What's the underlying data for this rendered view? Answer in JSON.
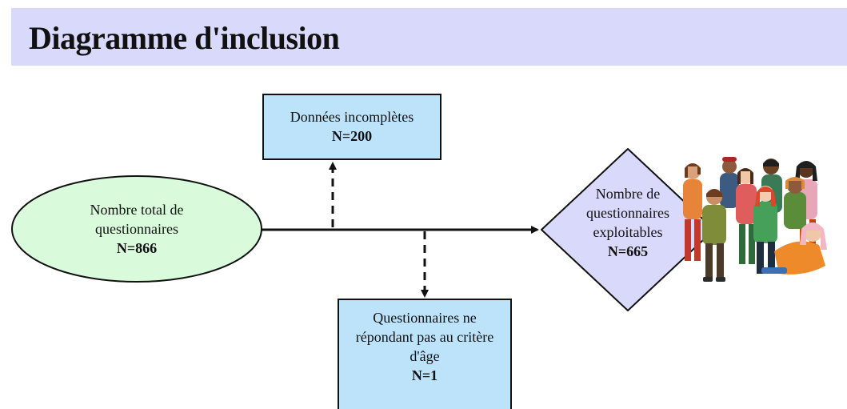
{
  "title": "Diagramme d'inclusion",
  "nodes": {
    "total": {
      "label": "Nombre total de questionnaires",
      "count": "N=866"
    },
    "incomplete": {
      "label": "Données incomplètes",
      "count": "N=200"
    },
    "age": {
      "label": "Questionnaires ne répondant pas au critère d'âge",
      "count": "N=1"
    },
    "exploitable": {
      "label": "Nombre de questionnaires exploitables",
      "count": "N=665"
    }
  },
  "colors": {
    "title_bar": "#d9d9fb",
    "ellipse_fill": "#d9fbdc",
    "box_fill": "#bde3fb",
    "diamond_fill": "#d9d9fb",
    "stroke": "#111111"
  },
  "illustration": {
    "icon": "group-of-people-illustration"
  }
}
